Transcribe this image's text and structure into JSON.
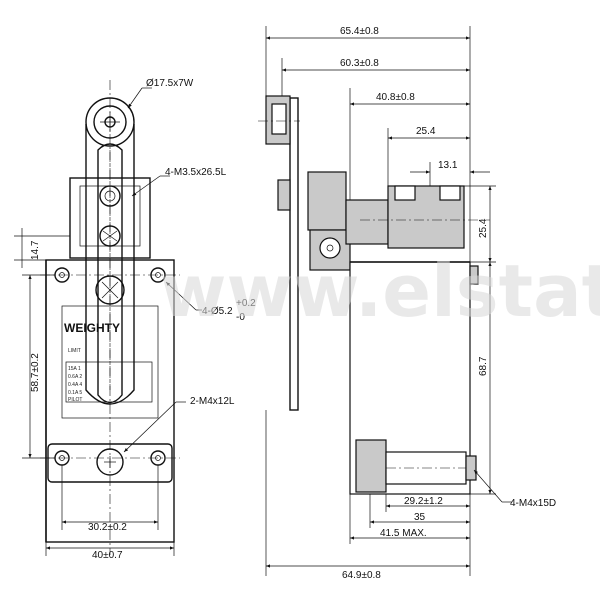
{
  "watermark": "www.elstat.pl",
  "front_view": {
    "roller_dim": "Ø17.5x7W",
    "screw_dim": "4-M3.5x26.5L",
    "hole_dim_main": "4-Ø5.2",
    "hole_tol_plus": "+0.2",
    "hole_tol_minus": "-0",
    "mount_screw_dim": "2-M4x12L",
    "height_top_dim": "14.7",
    "height_dim": "58.7±0.2",
    "hole_spacing_dim": "30.2±0.2",
    "width_dim": "40±0.7",
    "label_brand": "WEIGHTY",
    "label_lines": [
      "LIMIT",
      "15A 1",
      "0.6A 2",
      "0.4A 4",
      "0.1A 5",
      "PILOT"
    ]
  },
  "side_view": {
    "dim_overall_width": "65.4±0.8",
    "dim_arm": "60.3±0.8",
    "dim_40_8": "40.8±0.8",
    "dim_25_4_h": "25.4",
    "dim_13_1": "13.1",
    "dim_25_4_v": "25.4",
    "dim_68_7": "68.7",
    "conduit_dim": "4-M4x15D",
    "dim_29_2": "29.2±1.2",
    "dim_35": "35",
    "dim_41_5": "41.5 MAX.",
    "dim_64_9": "64.9±0.8"
  }
}
